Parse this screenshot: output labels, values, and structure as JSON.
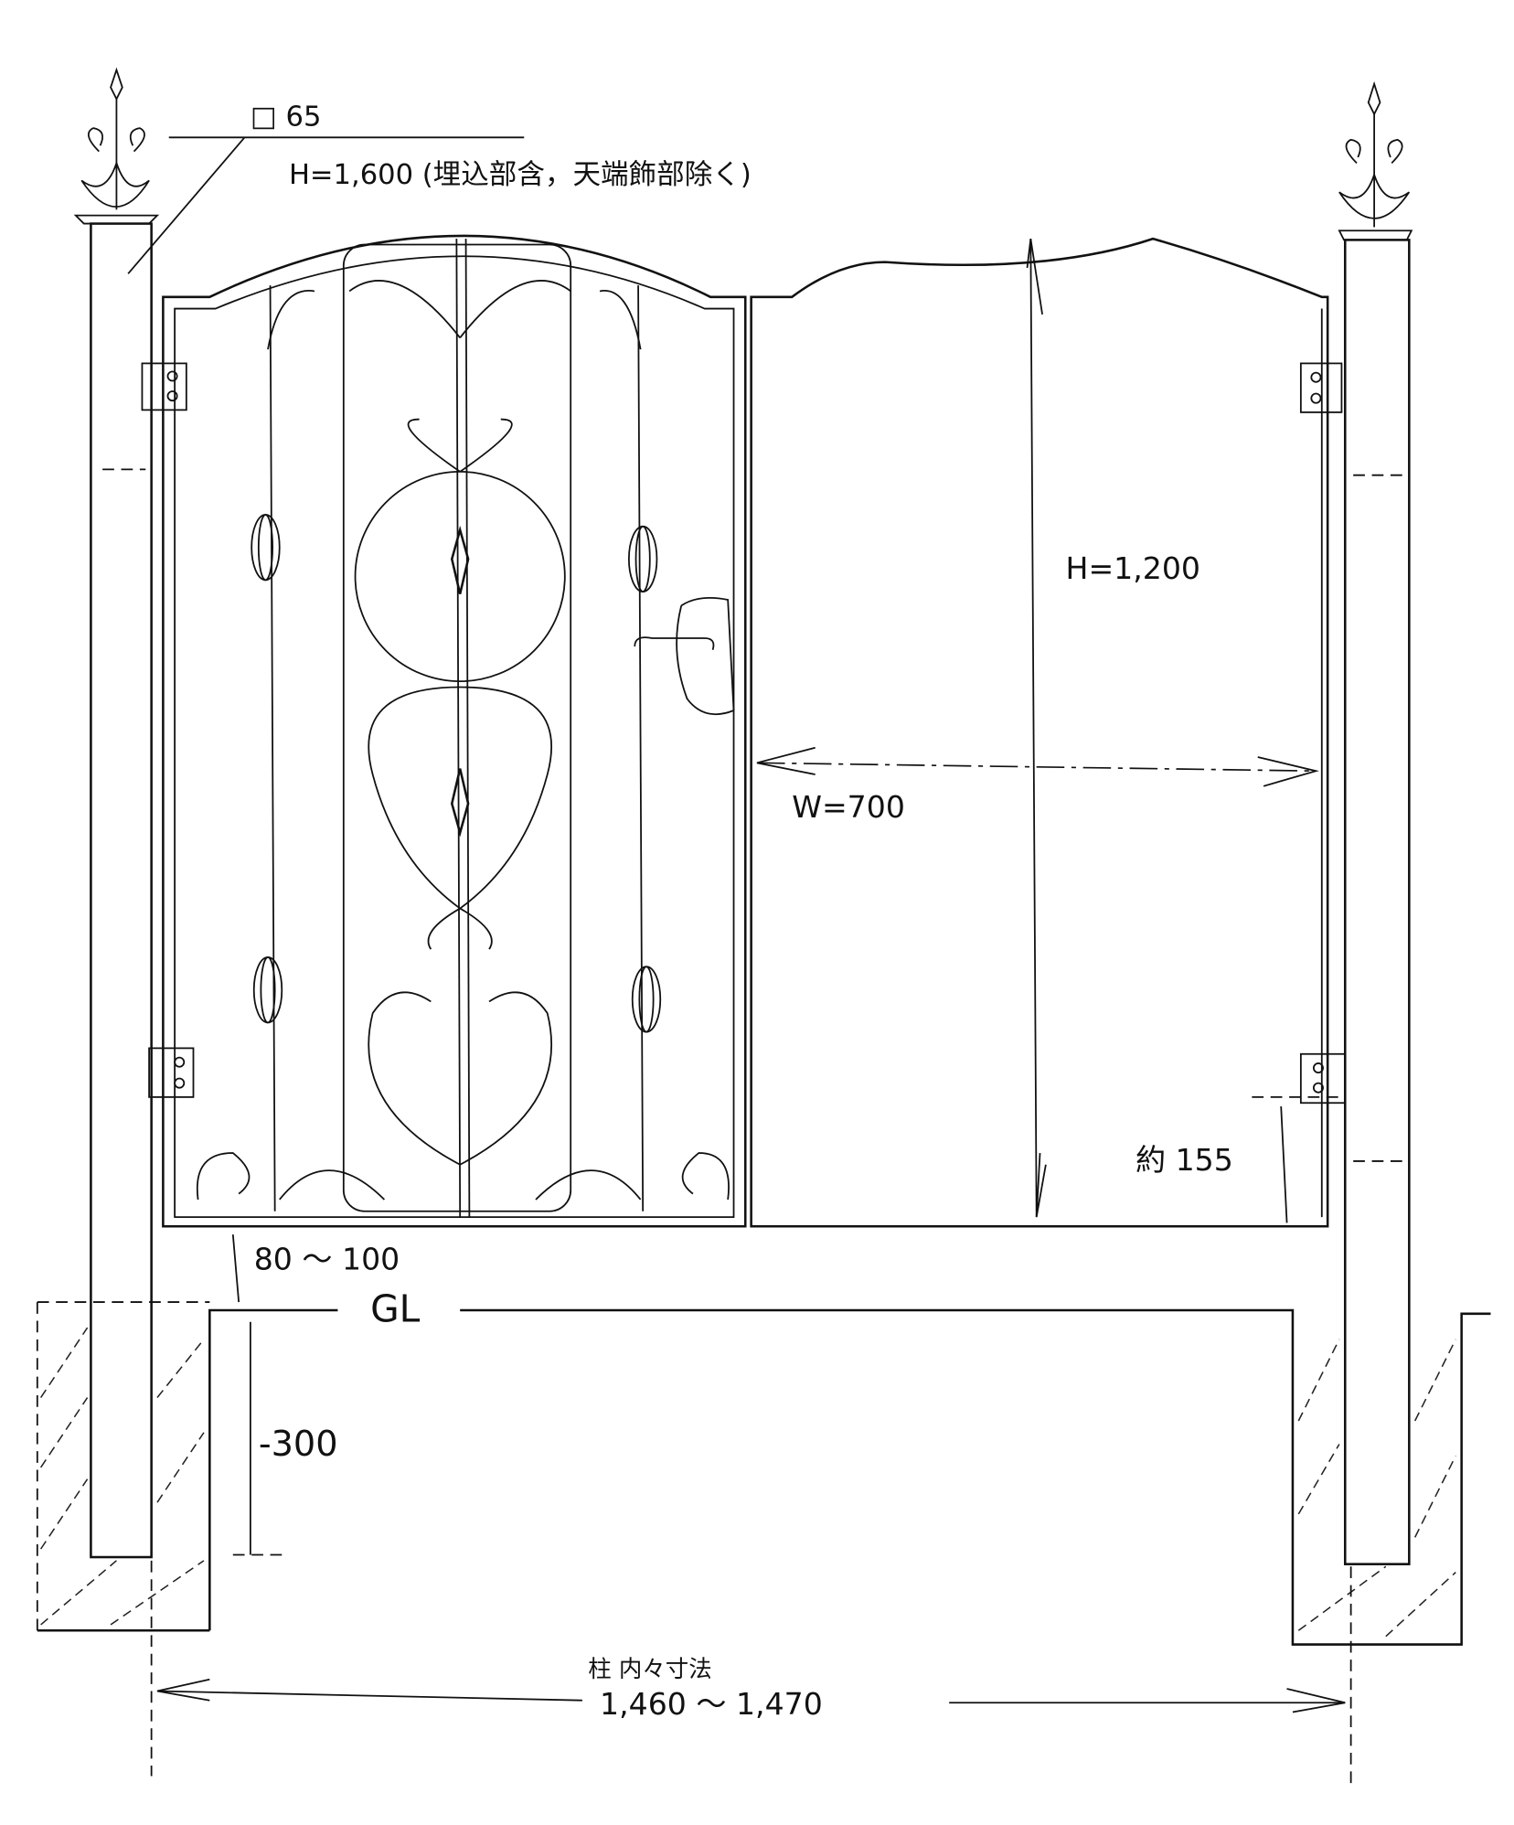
{
  "labels": {
    "post_size": "□ 65",
    "post_height": "H=1,600 (埋込部含，天端飾部除く)",
    "gate_height": "H=1,200",
    "gate_width": "W=700",
    "hinge_offset": "約 155",
    "ground_clearance": "80 ～ 100",
    "ground_level": "GL",
    "embed_depth": "-300",
    "inner_dimension_title": "柱 内々寸法",
    "inner_dimension_value": "1,460 ～ 1,470"
  }
}
